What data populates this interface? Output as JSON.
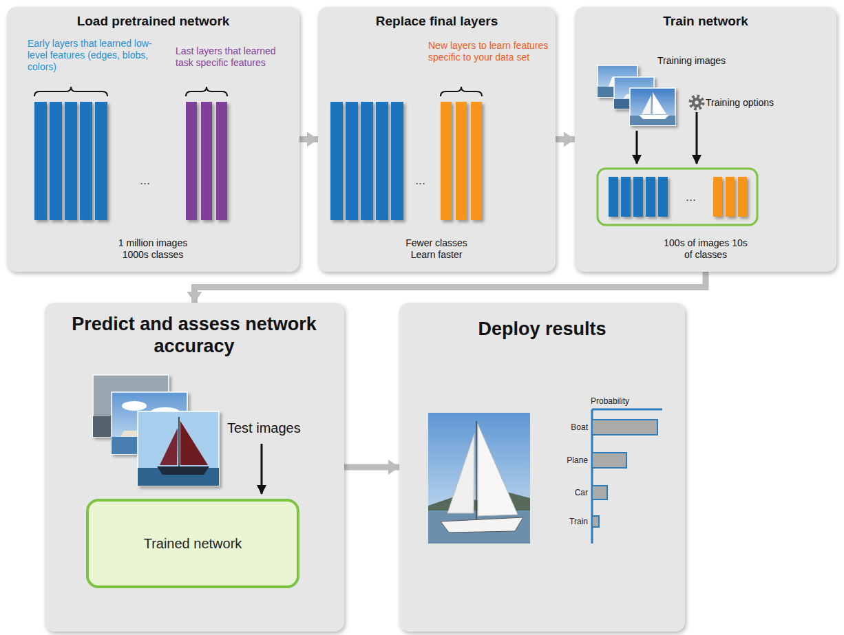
{
  "diagram": {
    "nodes": [
      {
        "text": [
          "Load pretrained network",
          "Early layers that learned low-level features (edges, blobs, colors)",
          "Last layers that learned task specific features",
          "1 million images 1000s classes"
        ]
      },
      {
        "text": [
          "Replace final layers",
          "New layers to learn features specific to your data set",
          "Fewer classes Learn faster"
        ]
      },
      {
        "text": [
          "Train network",
          "Training images",
          "Training options",
          "100s of images 10s of classes"
        ]
      },
      {
        "text": [
          "Predict and assess network accuracy",
          "Test images"
        ]
      },
      {
        "text": [
          "Trained network"
        ],
        "in": 3
      },
      {
        "text": [
          "Deploy results"
        ]
      }
    ],
    "edges": [
      {
        "from": 0,
        "to": 1,
        "arrow": "to"
      },
      {
        "from": 1,
        "to": 2,
        "arrow": "to"
      },
      {
        "from": 2,
        "to": 3,
        "arrow": "to"
      },
      {
        "from": 3,
        "to": 5,
        "arrow": "to"
      }
    ],
    "labels": [
      "...",
      "...",
      "...",
      "Probability",
      "Boat",
      "Plane",
      "Car",
      "Train"
    ]
  }
}
